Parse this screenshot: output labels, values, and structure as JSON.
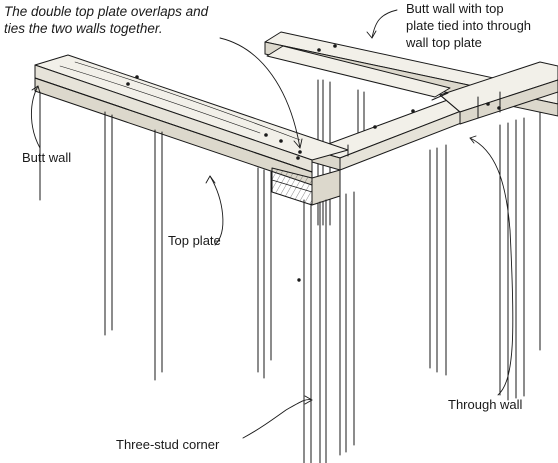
{
  "callouts": {
    "double_top_plate": {
      "lines": [
        "The double top plate overlaps and",
        "ties the two walls together."
      ]
    },
    "butt_wall_top_plate": {
      "lines": [
        "Butt wall with top",
        "plate tied into through",
        "wall top plate"
      ]
    },
    "butt_wall": {
      "text": "Butt wall"
    },
    "top_plate": {
      "text": "Top plate"
    },
    "through_wall": {
      "text": "Through wall"
    },
    "three_stud_corner": {
      "text": "Three-stud corner"
    }
  },
  "colors": {
    "ink": "#1a1a1a",
    "lumber": "#f2f0e9",
    "lumber_shade": "#dcd8cc",
    "paper": "#ffffff"
  }
}
